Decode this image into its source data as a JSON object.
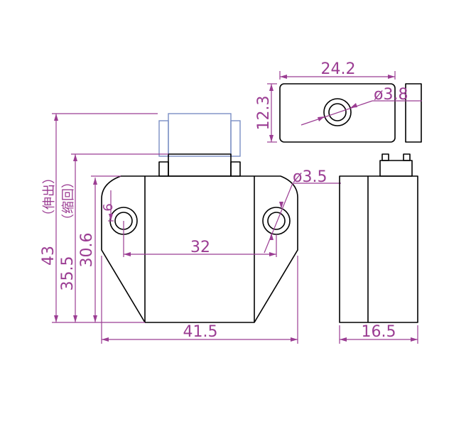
{
  "dimensions": {
    "top_width": "24.2",
    "top_height": "12.3",
    "top_hole_dia": "ø3.8",
    "front_hole_dia": "ø3.5",
    "hole_spacing": "32",
    "hole_offset": "6",
    "total_width": "41.5",
    "side_width": "16.5",
    "height_body": "30.6",
    "height_retracted": "35.5",
    "height_extended": "43",
    "note_retracted": "（缩回）",
    "note_extended": "（伸出）"
  },
  "colors": {
    "outline": "#000000",
    "dimension": "#9b3d93",
    "plunger": "#7a8fc4"
  }
}
